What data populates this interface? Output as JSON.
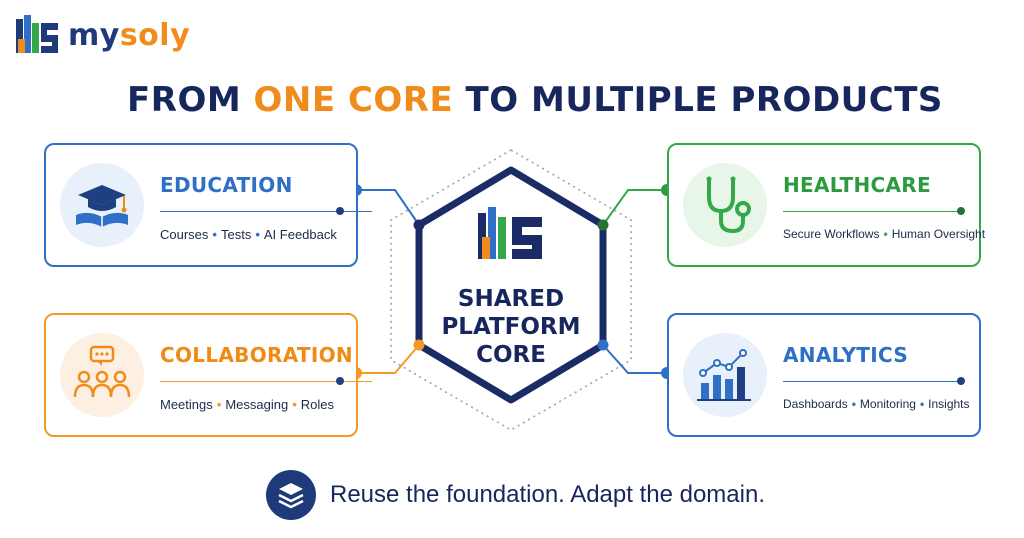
{
  "brand": {
    "name_part1": "my",
    "name_part2": "soly"
  },
  "title": {
    "part1": "FROM ",
    "highlight": "ONE CORE",
    "part2": " TO MULTIPLE PRODUCTS"
  },
  "core": {
    "line1": "SHARED",
    "line2": "PLATFORM",
    "line3": "CORE"
  },
  "cards": {
    "education": {
      "title": "EDUCATION",
      "tags": [
        "Courses",
        "Tests",
        "AI Feedback"
      ],
      "icon": "graduation-cap-book-icon"
    },
    "healthcare": {
      "title": "HEALTHCARE",
      "tags": [
        "Secure Workflows",
        "Human Oversight"
      ],
      "icon": "stethoscope-icon"
    },
    "collaboration": {
      "title": "COLLABORATION",
      "tags": [
        "Meetings",
        "Messaging",
        "Roles"
      ],
      "icon": "people-chat-icon"
    },
    "analytics": {
      "title": "ANALYTICS",
      "tags": [
        "Dashboards",
        "Monitoring",
        "Insights"
      ],
      "icon": "bar-chart-trend-icon"
    }
  },
  "footer": {
    "text": "Reuse the foundation. Adapt the domain.",
    "icon": "layers-icon"
  },
  "colors": {
    "navy": "#17275e",
    "orange": "#f08c1c",
    "blue": "#2f6fc5",
    "green": "#35a94a"
  }
}
